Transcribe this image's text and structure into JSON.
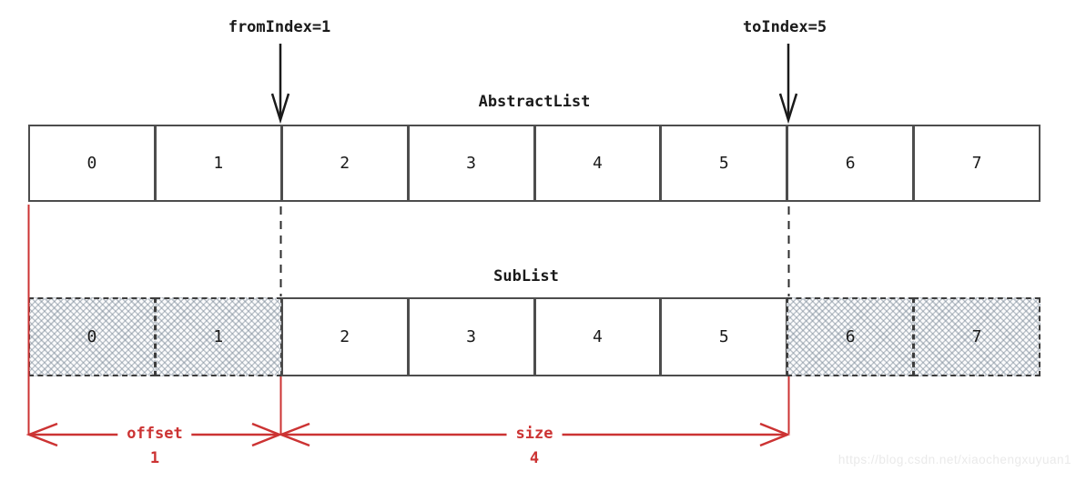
{
  "diagram": {
    "pointers": {
      "from_index": "fromIndex=1",
      "to_index": "toIndex=5"
    },
    "abstract_list": {
      "title": "AbstractList",
      "cells": [
        "0",
        "1",
        "2",
        "3",
        "4",
        "5",
        "6",
        "7"
      ]
    },
    "sub_list": {
      "title": "SubList",
      "cells": [
        "0",
        "1",
        "2",
        "3",
        "4",
        "5",
        "6",
        "7"
      ],
      "hatched_cells": [
        0,
        1,
        6,
        7
      ]
    },
    "measurements": {
      "offset": {
        "label": "offset",
        "value": "1"
      },
      "size": {
        "label": "size",
        "value": "4"
      }
    },
    "colors": {
      "accent_red": "#cc3333",
      "cell_border": "#4d4d4d"
    },
    "watermark": "https://blog.csdn.net/xiaochengxuyuan1"
  }
}
